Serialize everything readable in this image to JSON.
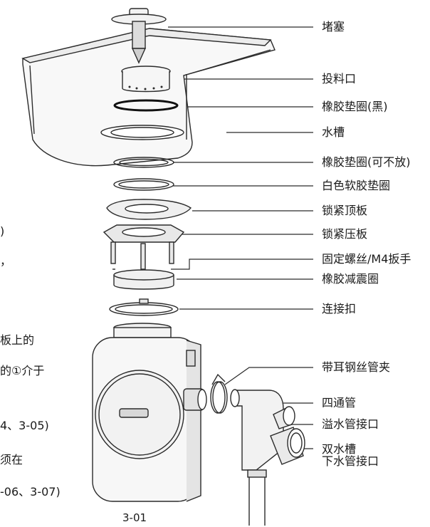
{
  "labels": {
    "stopper": "堵塞",
    "inlet": "投料口",
    "rubber_black": "橡胶垫圈(黑)",
    "sink": "水槽",
    "rubber_optional": "橡胶垫圈(可不放)",
    "white_soft": "白色软胶垫圈",
    "lock_top": "锁紧顶板",
    "lock_press": "锁紧压板",
    "screw": "固定螺丝/M4扳手",
    "damper": "橡胶减震圈",
    "connector": "连接扣",
    "clamp": "带耳钢丝管夹",
    "fourway": "四通管",
    "overflow": "溢水管接口",
    "double_sink": "双水槽\n下水管接口"
  },
  "left_text": {
    "line1": ")",
    "line2": "，",
    "line3": "板上的",
    "line4": "的①介于",
    "line5": "4、3-05)",
    "line6": "须在",
    "line7": "-06、3-07)"
  },
  "figure_number": "3-01",
  "colors": {
    "line": "#2b2b2b",
    "fill_light": "#f4f4f4",
    "fill_mid": "#e2e2e2",
    "fill_dark": "#c8c8c8"
  }
}
